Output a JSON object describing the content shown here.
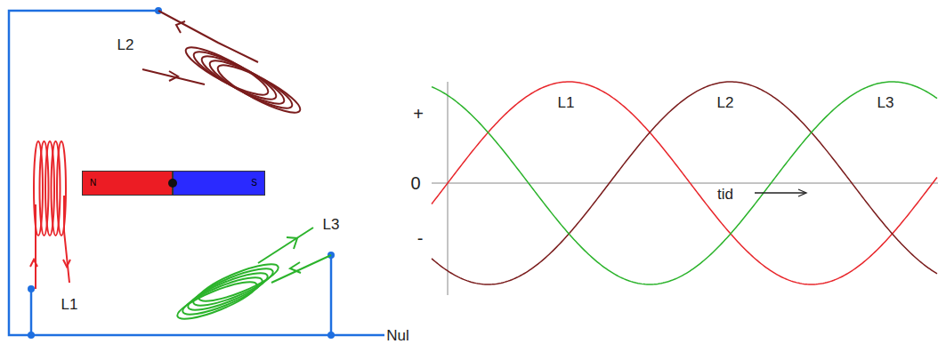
{
  "diagram": {
    "nodes": [
      {
        "text": [
          "N"
        ]
      },
      {
        "text": [
          "S"
        ]
      }
    ],
    "labels": [
      "L2",
      "L1",
      "L3",
      "Nul",
      "+",
      "L1",
      "L2",
      "L3",
      "0",
      "tid",
      "-"
    ]
  }
}
